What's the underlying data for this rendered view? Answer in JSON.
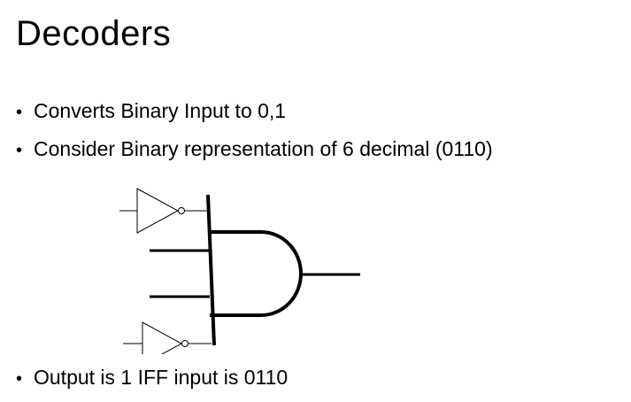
{
  "slide": {
    "title": "Decoders",
    "bullets": [
      {
        "text": "Converts Binary Input to 0,1"
      },
      {
        "text": "Consider Binary representation of 6 decimal (0110)"
      },
      {
        "text": "Output is 1 IFF input is 0110"
      }
    ],
    "bullet_glyph": "•"
  },
  "diagram": {
    "gate": "and-gate-icon",
    "inputs": [
      {
        "inverted": true
      },
      {
        "inverted": false
      },
      {
        "inverted": false
      },
      {
        "inverted": true
      }
    ],
    "output_count": 1
  }
}
